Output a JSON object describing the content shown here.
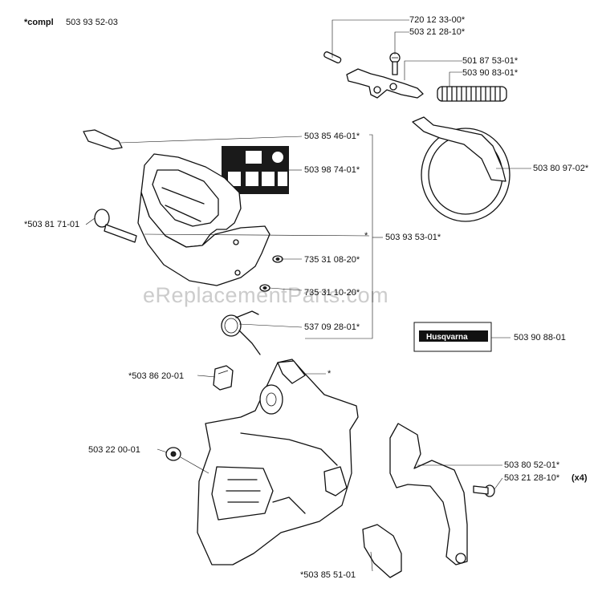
{
  "header": {
    "compl_prefix": "*compl",
    "compl_number": "503 93 52-03"
  },
  "watermark": "eReplacementParts.com",
  "brand_logo": "Husqvarna",
  "parts": {
    "p_720123300": "720 12 33-00*",
    "p_503212810_top": "503 21 28-10*",
    "p_501875301": "501 87 53-01*",
    "p_503908301": "503 90 83-01*",
    "p_503854601": "503 85 46-01*",
    "p_503987401": "503 98 74-01*",
    "p_503809702": "503 80 97-02*",
    "p_503817101": "*503 81 71-01",
    "p_503935301_star": "*",
    "p_503935301": "503 93 53-01*",
    "p_735310820": "735 31 08-20*",
    "p_735311020": "735 31 10-20*",
    "p_537092801": "537 09 28-01*",
    "p_503908801": "503 90 88-01",
    "p_503862001": "*503 86 20-01",
    "p_star_cover": "*",
    "p_503220001": "503 22 00-01",
    "p_503805201": "503 80 52-01*",
    "p_503212810_bot": "503 21 28-10*",
    "p_qty_x4": "(x4)",
    "p_503855101": "*503 85 51-01"
  }
}
